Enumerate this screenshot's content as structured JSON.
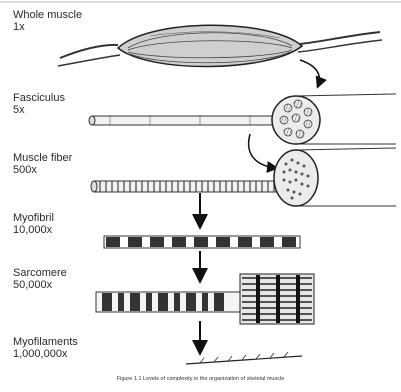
{
  "levels": [
    {
      "name": "Whole muscle",
      "magnification": "1x"
    },
    {
      "name": "Fasciculus",
      "magnification": "5x"
    },
    {
      "name": "Muscle fiber",
      "magnification": "500x"
    },
    {
      "name": "Myofibril",
      "magnification": "10,000x"
    },
    {
      "name": "Sarcomere",
      "magnification": "50,000x"
    },
    {
      "name": "Myofilaments",
      "magnification": "1,000,000x"
    }
  ],
  "caption": "Figure 1.1 Levels of complexity in the organization of skeletal muscle"
}
